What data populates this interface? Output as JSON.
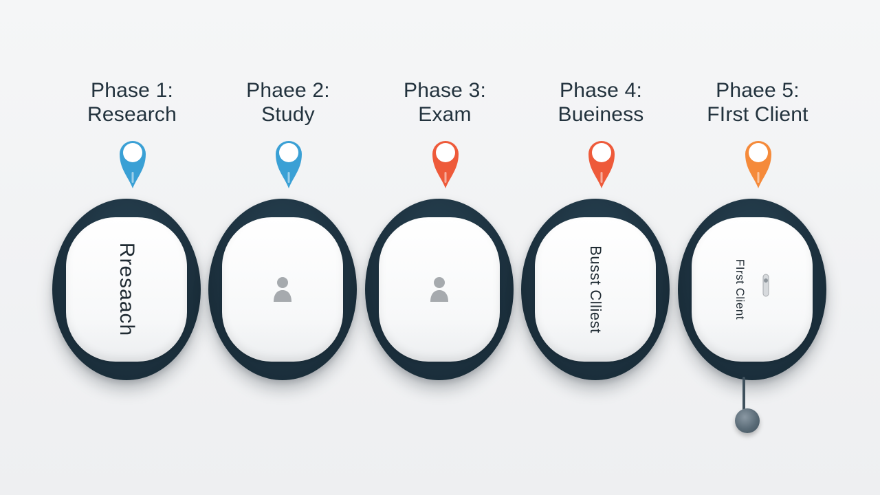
{
  "phases": [
    {
      "title_line1": "Phase 1:",
      "title_line2": "Research",
      "pin_color": "#3aa0d5",
      "card_text": "Rresaach",
      "card_icon": null
    },
    {
      "title_line1": "Phaee 2:",
      "title_line2": "Study",
      "pin_color": "#3aa0d5",
      "card_text": null,
      "card_icon": "person-icon"
    },
    {
      "title_line1": "Phase 3:",
      "title_line2": "Exam",
      "pin_color": "#ee5a3a",
      "card_text": null,
      "card_icon": "person-icon"
    },
    {
      "title_line1": "Phase 4:",
      "title_line2": "Bueiness",
      "pin_color": "#ee5a3a",
      "card_text": "Busst Clliest",
      "card_icon": null
    },
    {
      "title_line1": "Phaee 5:",
      "title_line2": "FIrst Client",
      "pin_color": "#f58a3a",
      "card_text": "FIrst Client",
      "card_icon": "toggle-icon"
    }
  ],
  "colors": {
    "ring": "#1d3240",
    "title_text": "#22323d",
    "background": "#f1f2f4",
    "icon_gray": "#a6aaae"
  }
}
